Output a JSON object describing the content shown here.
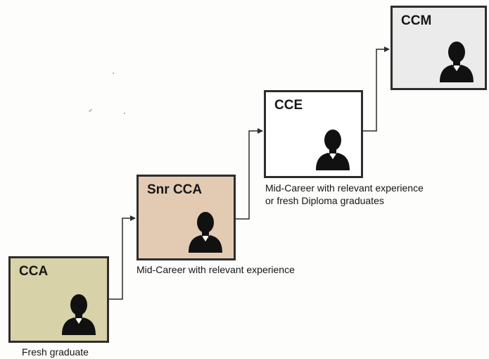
{
  "roles": [
    {
      "title": "CCA",
      "caption_lines": [
        "Fresh graduate"
      ],
      "fill": "#d8d2a8"
    },
    {
      "title": "Snr CCA",
      "caption_lines": [
        "Mid-Career with relevant experience"
      ],
      "fill": "#e3cbb3"
    },
    {
      "title": "CCE",
      "caption_lines": [
        "Mid-Career with relevant experience",
        "or fresh Diploma graduates"
      ],
      "fill": "#ffffff"
    },
    {
      "title": "CCM",
      "caption_lines": [],
      "fill": "#ebebeb"
    }
  ],
  "icons": {
    "person": "person-silhouette-icon",
    "arrow": "arrow-right-icon"
  }
}
